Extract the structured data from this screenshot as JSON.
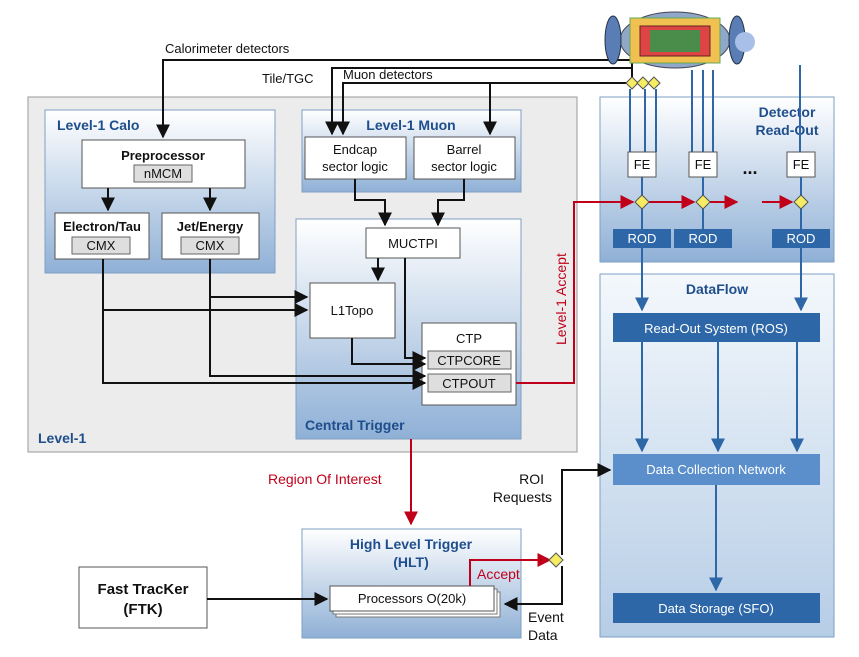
{
  "labels": {
    "calorimeter_detectors": "Calorimeter detectors",
    "tile_tgc": "Tile/TGC",
    "muon_detectors": "Muon detectors",
    "level1_calo": "Level-1 Calo",
    "preprocessor": "Preprocessor",
    "nmcm": "nMCM",
    "electron_tau": "Electron/Tau",
    "jet_energy": "Jet/Energy",
    "cmx": "CMX",
    "level1_muon": "Level-1 Muon",
    "endcap_sector_logic_1": "Endcap",
    "endcap_sector_logic_2": "sector logic",
    "barrel_sector_logic_1": "Barrel",
    "barrel_sector_logic_2": "sector logic",
    "muctpi": "MUCTPI",
    "l1topo": "L1Topo",
    "ctp": "CTP",
    "ctpcore": "CTPCORE",
    "ctpout": "CTPOUT",
    "central_trigger": "Central Trigger",
    "level1": "Level-1",
    "detector_readout_1": "Detector",
    "detector_readout_2": "Read-Out",
    "fe": "FE",
    "ellipsis": "...",
    "rod": "ROD",
    "level1_accept": "Level-1 Accept",
    "dataflow": "DataFlow",
    "ros": "Read-Out System (ROS)",
    "dcn": "Data Collection Network",
    "sfo": "Data Storage (SFO)",
    "region_of_interest": "Region Of Interest",
    "roi_requests_1": "ROI",
    "roi_requests_2": "Requests",
    "hlt_1": "High Level Trigger",
    "hlt_2": "(HLT)",
    "accept": "Accept",
    "processors": "Processors O(20k)",
    "ftk_1": "Fast TracKer",
    "ftk_2": "(FTK)",
    "event_data_1": "Event",
    "event_data_2": "Data"
  },
  "colors": {
    "box_blue_top": "#ffffff",
    "box_blue_bottom": "#8fb0d6",
    "title_blue": "#1f4e8c",
    "dark_blue": "#2e67a8",
    "accept_red": "#c0001a",
    "level1_bg": "#ececec",
    "diamond_yellow": "#f5ec63"
  },
  "icons": {
    "detector": "atlas-detector-icon"
  }
}
